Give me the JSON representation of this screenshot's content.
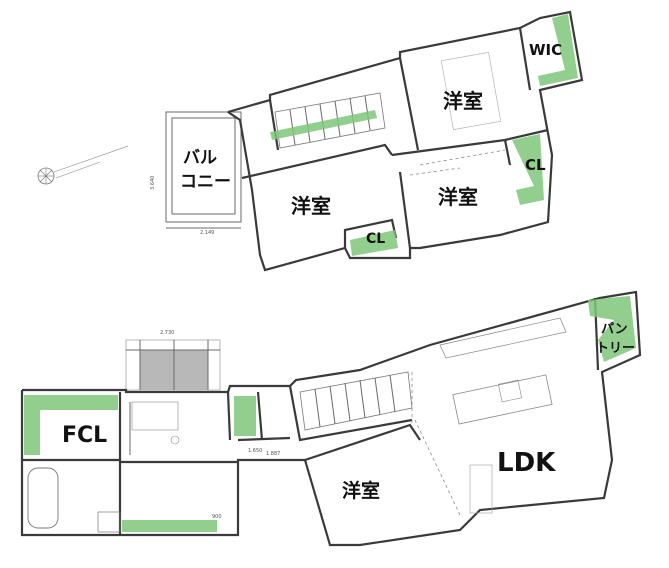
{
  "rooms": {
    "upper_wic": "WIC",
    "upper_youshitsu_1": "洋室",
    "upper_cl_right": "CL",
    "upper_youshitsu_2": "洋室",
    "upper_youshitsu_3": "洋室",
    "upper_cl_center": "CL",
    "balcony_line1": "バル",
    "balcony_line2": "コニー",
    "lower_pantry_line1": "パン",
    "lower_pantry_line2": "トリー",
    "lower_fcl": "FCL",
    "lower_ldk": "LDK",
    "lower_youshitsu": "洋室"
  },
  "dimensions": {
    "balcony_width": "2.149",
    "balcony_height": "3.640",
    "porch_width": "2.730",
    "hall_width": "1.650",
    "hall_width_2": "1.887",
    "washroom_width": "900"
  },
  "colors": {
    "closet_fill": "#7fc77a",
    "wall": "#3a3a3a",
    "porch_tile": "#b8b8b8"
  }
}
